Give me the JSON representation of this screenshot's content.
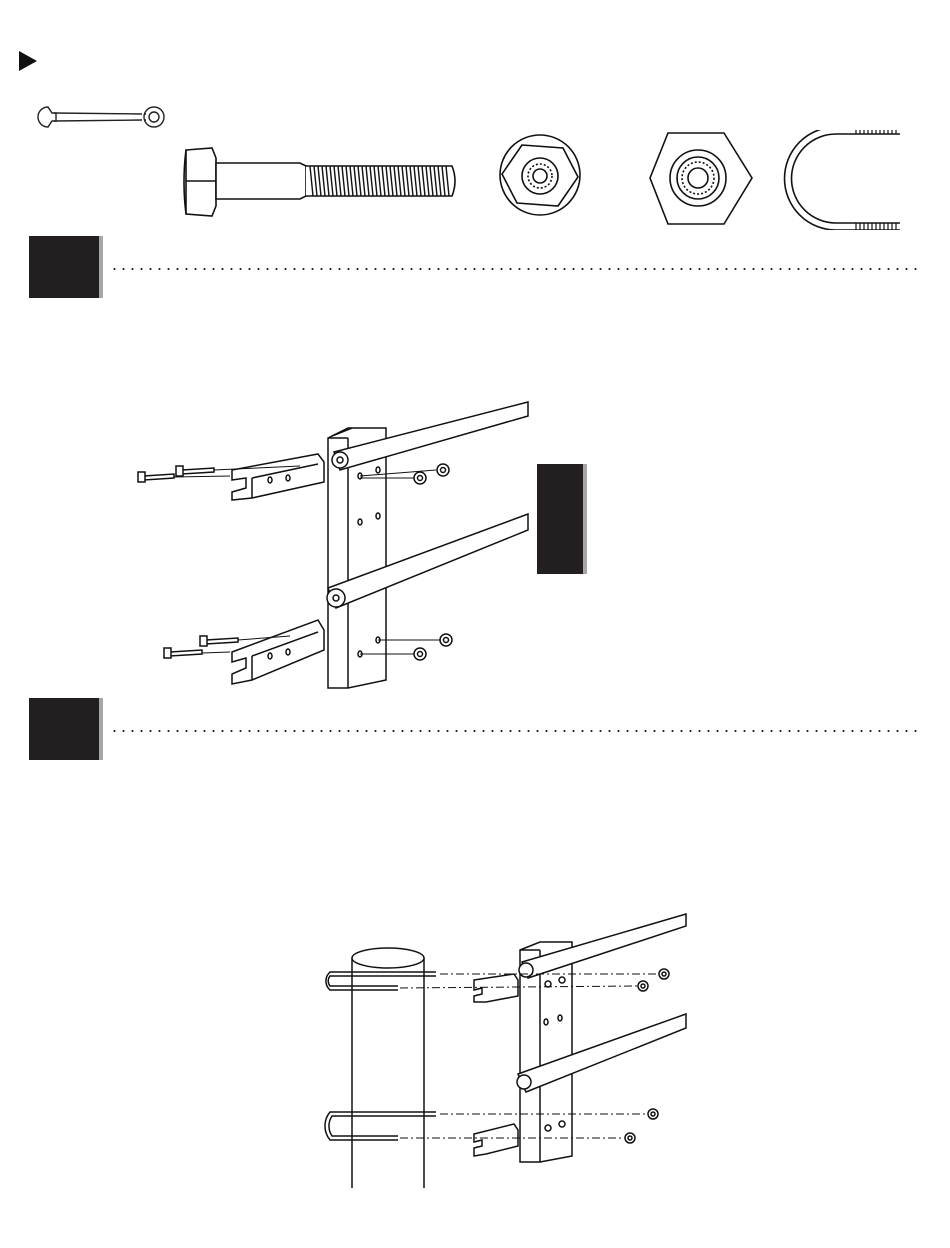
{
  "header": {
    "marker_icon": "play-triangle-icon"
  },
  "tools": {
    "icon": "wrench-icon"
  },
  "hardware": [
    {
      "icon": "hex-bolt-icon"
    },
    {
      "icon": "flange-nut-icon"
    },
    {
      "icon": "hex-nut-icon"
    },
    {
      "icon": "u-bolt-icon"
    }
  ],
  "steps": [
    {
      "figure": "bracket-to-gate-frame-assembly",
      "tab_icon": "side-tab"
    },
    {
      "figure": "gate-to-post-u-bolt-assembly"
    }
  ],
  "colors": {
    "ink": "#231f20",
    "shadow": "#a7a7a7",
    "paper": "#ffffff"
  }
}
